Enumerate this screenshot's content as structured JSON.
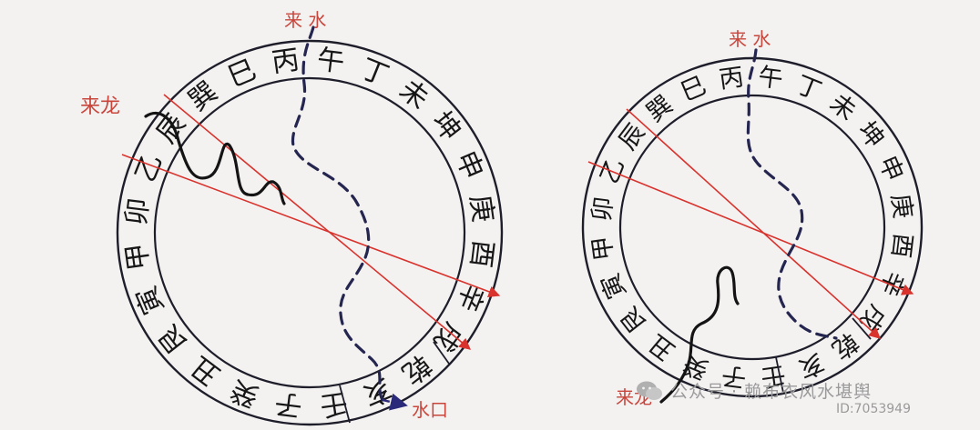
{
  "ring_chars": [
    "丙",
    "午",
    "丁",
    "未",
    "坤",
    "申",
    "庚",
    "酉",
    "辛",
    "戌",
    "乾",
    "亥",
    "壬",
    "子",
    "癸",
    "丑",
    "艮",
    "寅",
    "甲",
    "卯",
    "乙",
    "辰",
    "巽",
    "巳"
  ],
  "left_diagram": {
    "dragon_label": "来龙",
    "incoming_water_label": "来 水",
    "water_exit_label": "水口"
  },
  "right_diagram": {
    "dragon_label": "来龙",
    "incoming_water_label": "来 水"
  },
  "watermark": {
    "name": "公众号 · 赖布衣风水堪舆",
    "id": "ID:7053949"
  },
  "colors": {
    "ring": "#1e1e2a",
    "axis_lines": "#d8332d",
    "label_text": "#c8463c",
    "dragon_line": "#141414",
    "water_line": "#25264f"
  }
}
